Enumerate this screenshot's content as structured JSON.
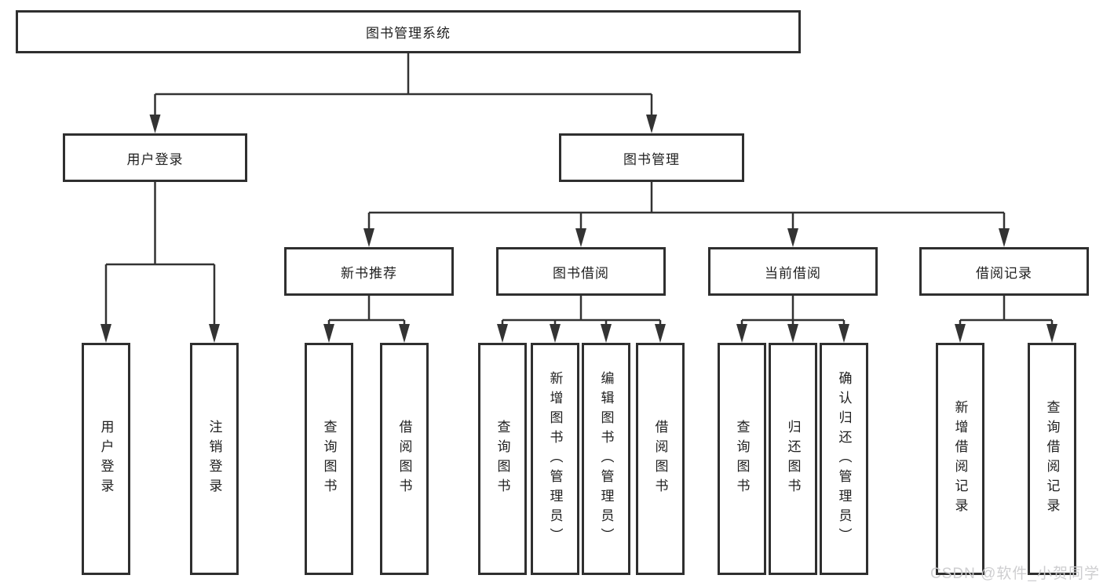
{
  "diagram": {
    "title": "图书管理系统",
    "branches": {
      "user_login": {
        "label": "用户登录",
        "children": [
          {
            "label": "用户登录"
          },
          {
            "label": "注销登录"
          }
        ]
      },
      "book_management": {
        "label": "图书管理",
        "children": [
          {
            "label": "新书推荐",
            "children": [
              {
                "label": "查询图书"
              },
              {
                "label": "借阅图书"
              }
            ]
          },
          {
            "label": "图书借阅",
            "children": [
              {
                "label": "查询图书"
              },
              {
                "label": "新增图书（管理员）"
              },
              {
                "label": "编辑图书（管理员）"
              },
              {
                "label": "借阅图书"
              }
            ]
          },
          {
            "label": "当前借阅",
            "children": [
              {
                "label": "查询图书"
              },
              {
                "label": "归还图书"
              },
              {
                "label": "确认归还（管理员）"
              }
            ]
          },
          {
            "label": "借阅记录",
            "children": [
              {
                "label": "新增借阅记录"
              },
              {
                "label": "查询借阅记录"
              }
            ]
          }
        ]
      }
    }
  },
  "watermark": "CSDN @软件_小贺同学",
  "colors": {
    "line": "#333333",
    "box_border": "#2f2f2f",
    "background": "#ffffff",
    "watermark_text": "#cbcbcd"
  }
}
